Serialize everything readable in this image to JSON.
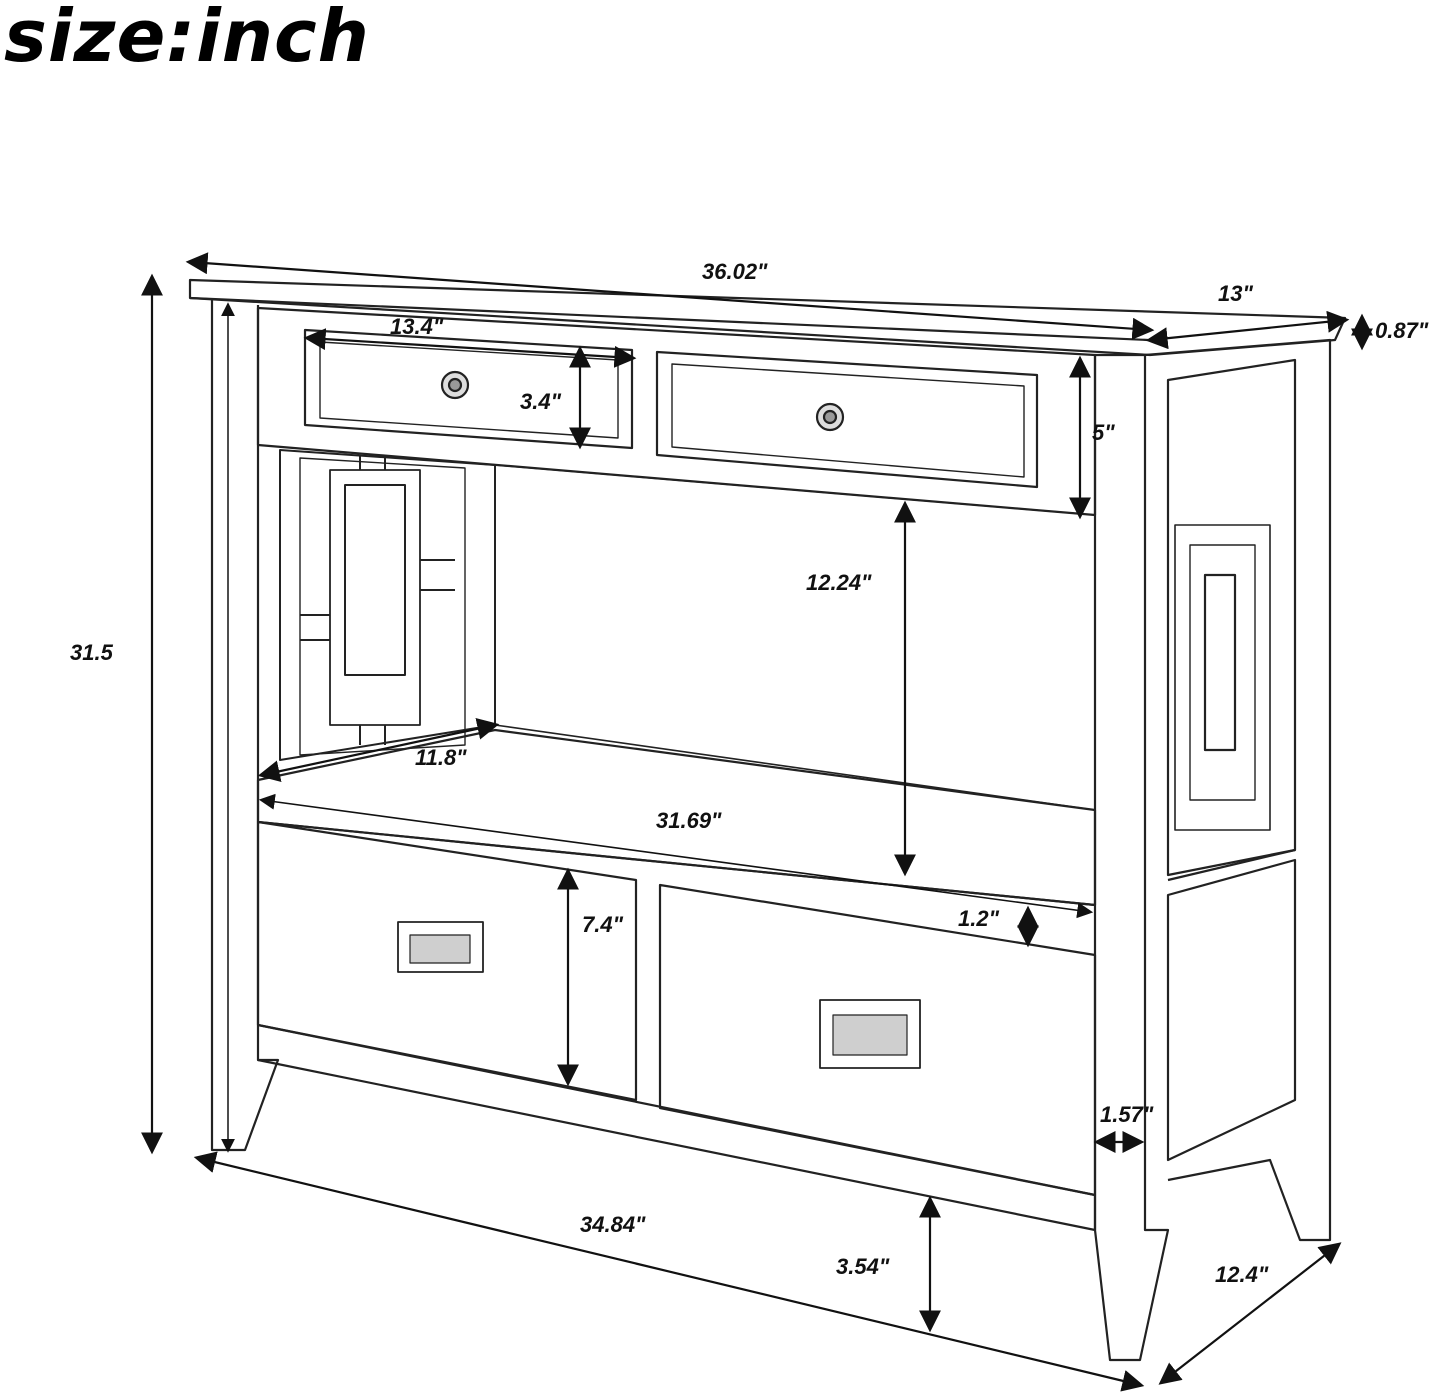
{
  "title": "size:inch",
  "dimensions": {
    "overall_top_width": "36.02\"",
    "top_depth": "13\"",
    "top_thickness": "0.87\"",
    "overall_height": "31.5",
    "drawer_width": "13.4\"",
    "drawer_height": "3.4\"",
    "apron_height": "5\"",
    "shelf_opening_height": "12.24\"",
    "shelf_depth": "11.8\"",
    "shelf_width": "31.69\"",
    "lower_drawer_height": "7.4\"",
    "shelf_thickness": "1.2\"",
    "leg_width": "1.57\"",
    "base_width": "34.84\"",
    "ground_clearance": "3.54\"",
    "base_depth": "12.4\""
  }
}
